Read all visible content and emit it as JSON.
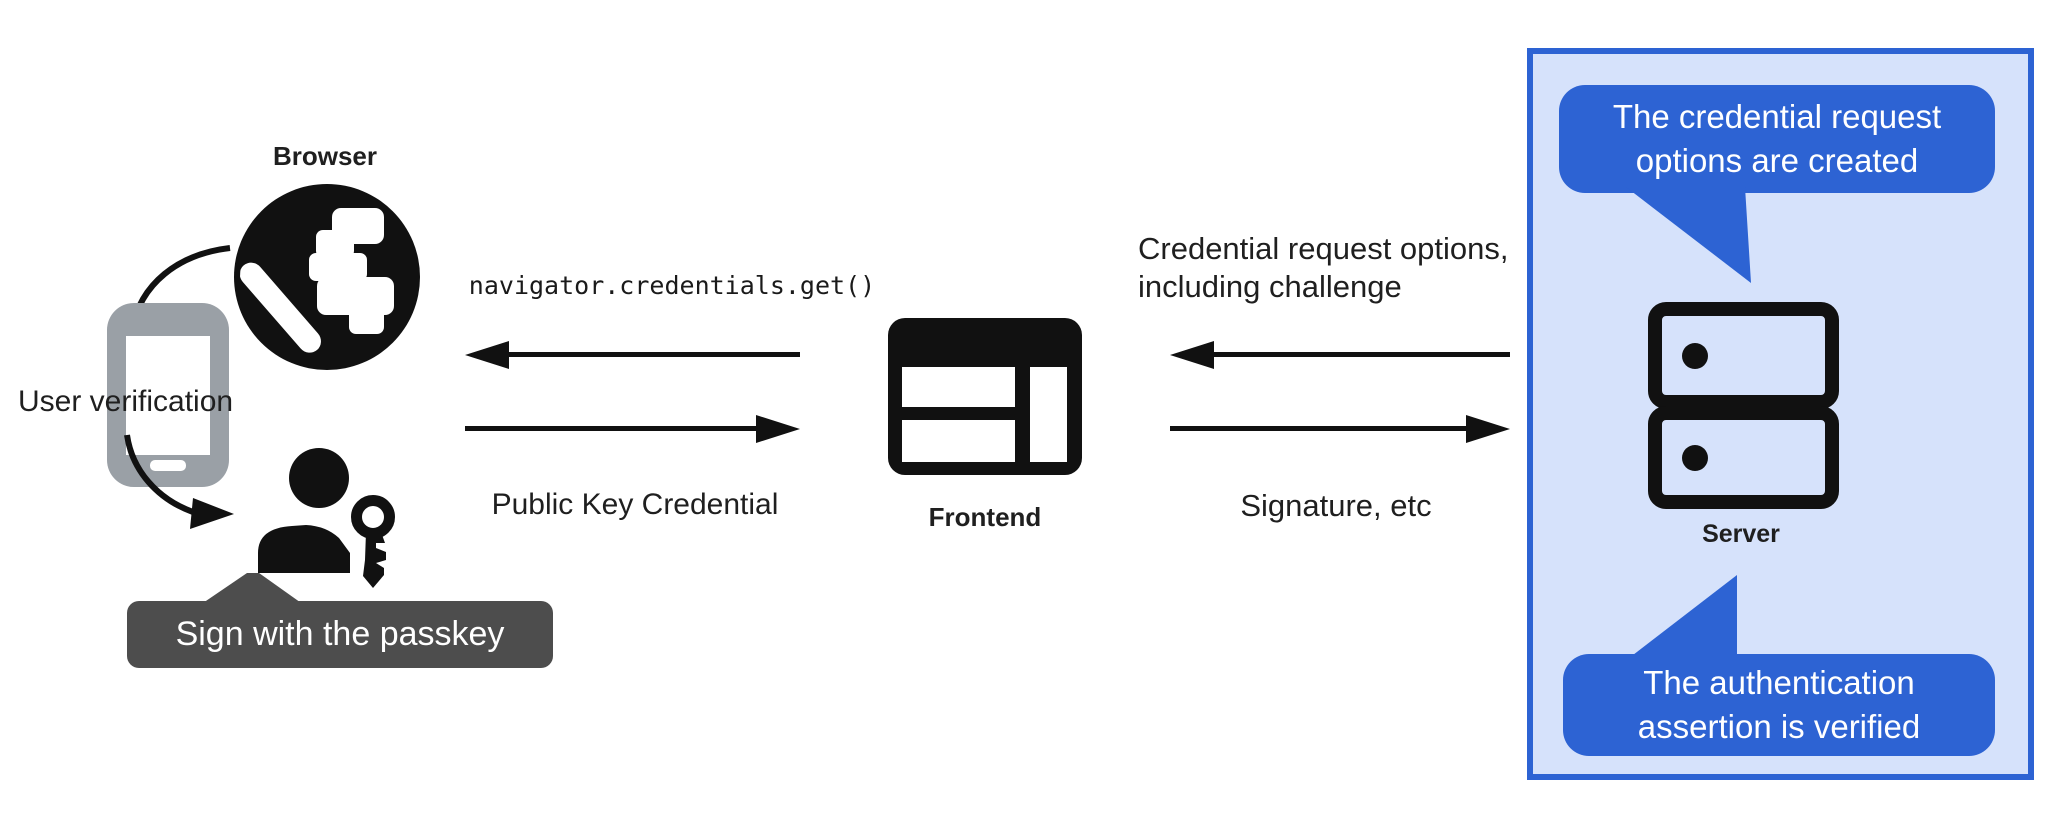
{
  "labels": {
    "browser": "Browser",
    "user_verification": "User verification",
    "frontend": "Frontend",
    "server": "Server",
    "public_key_credential": "Public Key Credential",
    "signature": "Signature, etc",
    "code": "navigator.credentials.get()"
  },
  "cred_request": {
    "line1": "Credential request options,",
    "line2": "including challenge"
  },
  "tooltip": {
    "text": "Sign with the passkey"
  },
  "bubble_top": {
    "line1": "The credential request",
    "line2": "options are created"
  },
  "bubble_bottom": {
    "line1": "The authentication",
    "line2": "assertion is verified"
  },
  "icons": {
    "globe": "globe-icon",
    "phone": "phone-icon",
    "person": "person-icon",
    "key": "key-icon",
    "frontend_window": "browser-window-icon",
    "server": "server-icon"
  },
  "colors": {
    "icon_black": "#111111",
    "text": "#1f1f1f",
    "phone_gray": "#9aa0a6",
    "tooltip_gray": "#4d4d4d",
    "bubble_blue": "#2d63d3",
    "panel_fill": "#d6e2fb",
    "panel_border": "#2d63d3",
    "bubble_text": "#ffffff"
  }
}
